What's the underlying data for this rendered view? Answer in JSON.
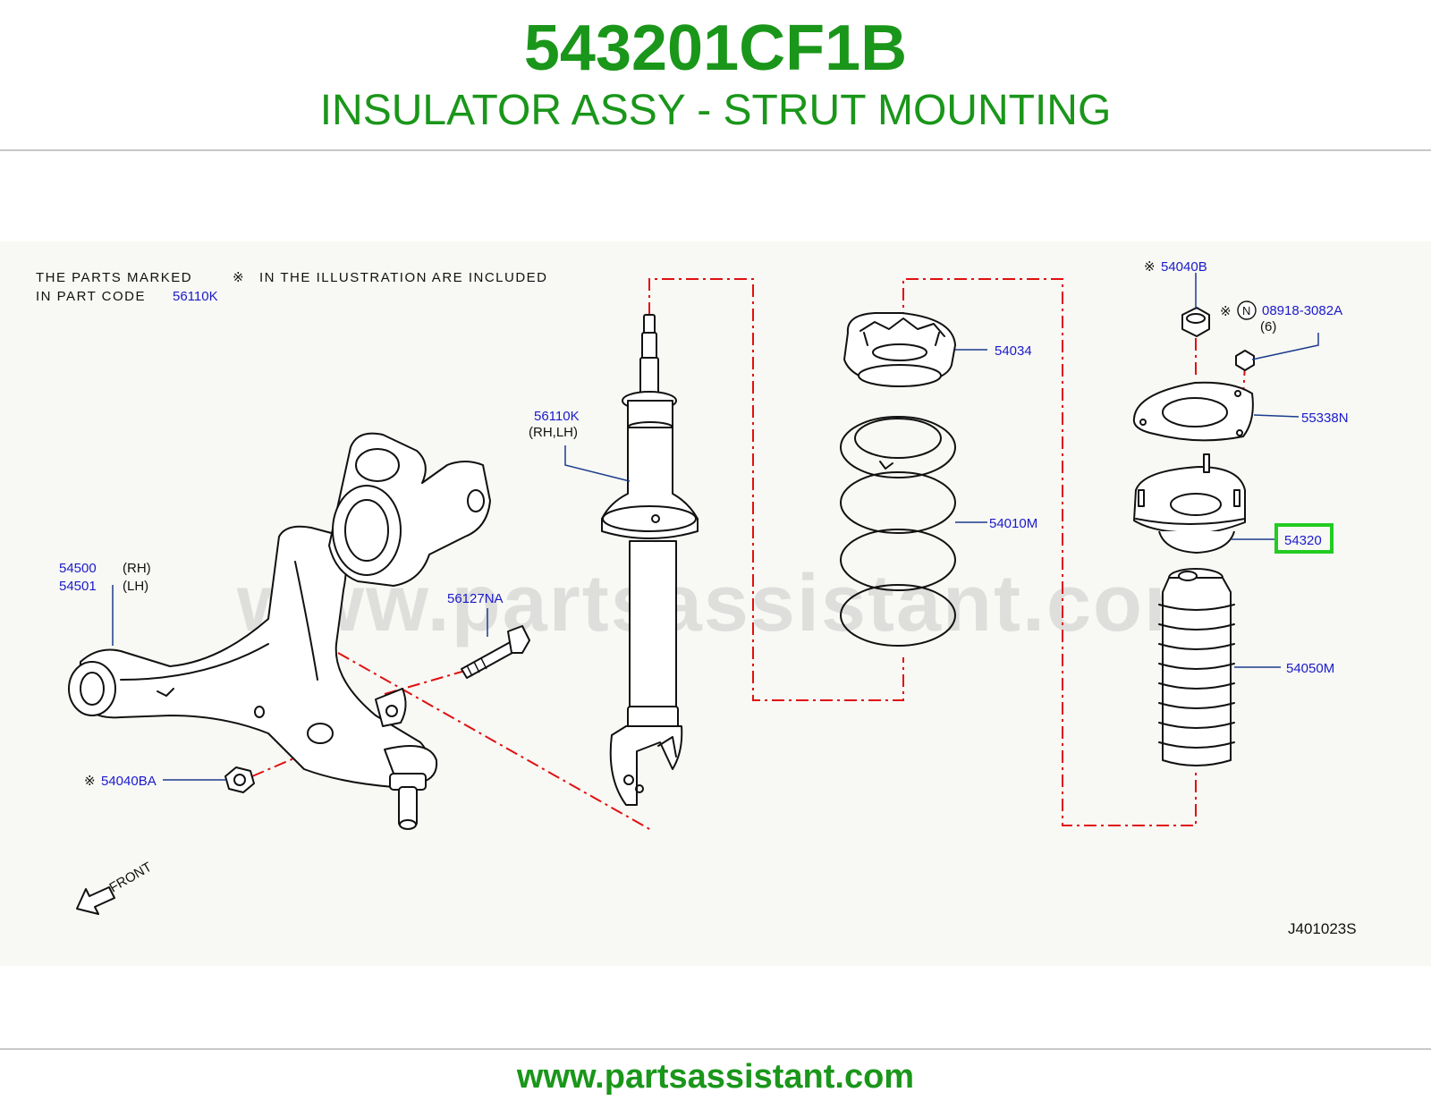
{
  "header": {
    "part_number": "543201CF1B",
    "part_name": "INSULATOR ASSY - STRUT MOUNTING"
  },
  "note": {
    "line1_a": "THE  PARTS  MARKED",
    "symbol": "※",
    "line1_b": "IN  THE  ILLUSTRATION  ARE  INCLUDED",
    "line2_a": "IN  PART  CODE",
    "line2_code": "56110K"
  },
  "callouts": {
    "c54040B": "54040B",
    "c08918": "08918-3082A",
    "c08918_qty": "(6)",
    "c08918_badge": "N",
    "c54034": "54034",
    "c55338N": "55338N",
    "c56110K": "56110K",
    "c56110K_side": "(RH,LH)",
    "c54320": "54320",
    "c54010M": "54010M",
    "c54500": "54500",
    "c54500_side": "(RH)",
    "c54501": "54501",
    "c54501_side": "(LH)",
    "c56127NA": "56127NA",
    "c54050M": "54050M",
    "c54040BA": "54040BA"
  },
  "front_label": "FRONT",
  "diagram_code": "J401023S",
  "watermark": "www.partsassistant.com",
  "footer": {
    "url": "www.partsassistant.com"
  },
  "colors": {
    "title_green": "#1a961a",
    "callout_blue": "#1a1acc",
    "dash_red": "#e01010",
    "highlight_green": "#22cc22"
  }
}
